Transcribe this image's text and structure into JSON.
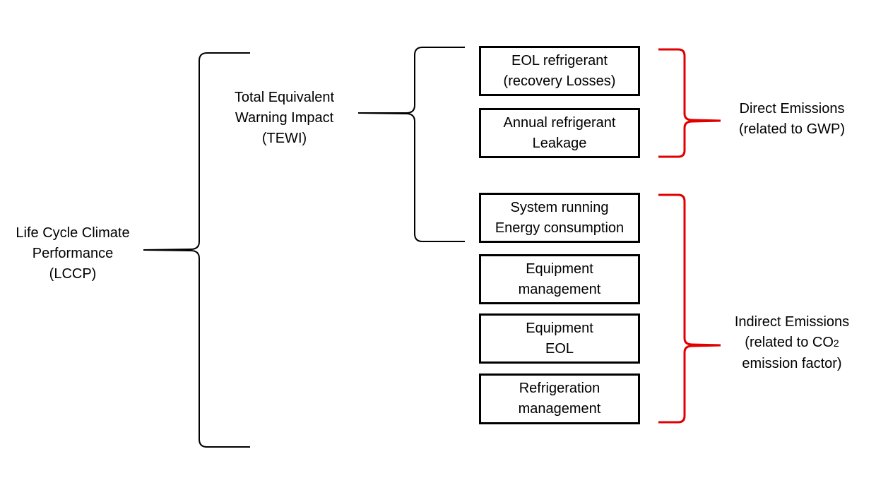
{
  "lccp": {
    "line1": "Life Cycle Climate",
    "line2": "Performance",
    "line3": "(LCCP)"
  },
  "tewi": {
    "line1": "Total Equivalent",
    "line2": "Warning Impact",
    "line3": "(TEWI)"
  },
  "boxes": {
    "eol_refrigerant": {
      "line1": "EOL refrigerant",
      "line2": "(recovery Losses)"
    },
    "annual_leakage": {
      "line1": "Annual refrigerant",
      "line2": "Leakage"
    },
    "system_energy": {
      "line1": "System running",
      "line2": "Energy consumption"
    },
    "equipment_management": {
      "line1": "Equipment",
      "line2": "management"
    },
    "equipment_eol": {
      "line1": "Equipment",
      "line2": "EOL"
    },
    "refrigeration_management": {
      "line1": "Refrigeration",
      "line2": "management"
    }
  },
  "direct": {
    "line1": "Direct Emissions",
    "line2": "(related to GWP)"
  },
  "indirect": {
    "line1": "Indirect Emissions",
    "line2_prefix": "(related to CO",
    "line2_sub": "2",
    "line3": "emission factor)"
  },
  "colors": {
    "black_brace": "#000000",
    "red_brace": "#e00000",
    "box_border": "#000000"
  }
}
